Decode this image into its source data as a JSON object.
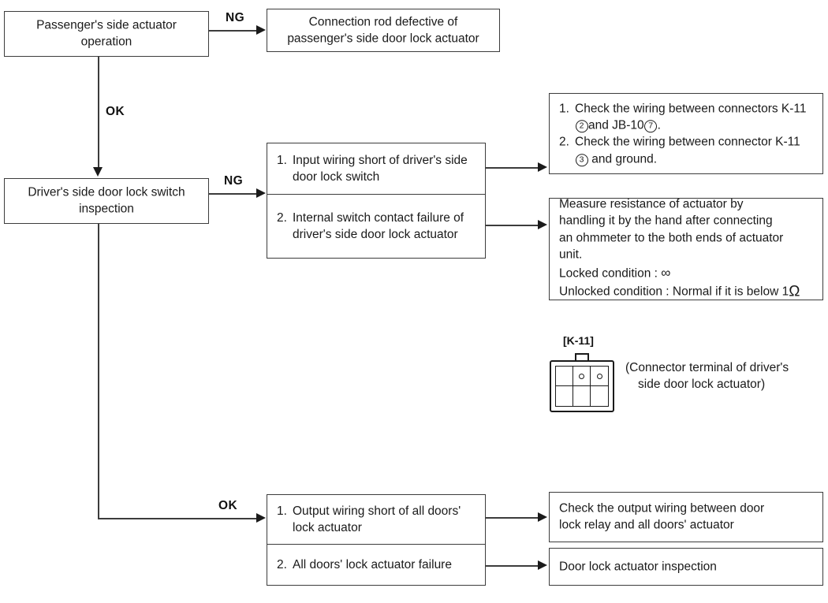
{
  "diagram": {
    "title": "Door lock actuator diagnostic flowchart",
    "line_color": "#3c3c3c",
    "text_color": "#1a1a1a",
    "background": "#ffffff"
  },
  "nodes": {
    "passenger_actuator": {
      "line1": "Passenger's side actuator",
      "line2": "operation"
    },
    "connection_rod": {
      "line1": "Connection rod defective of",
      "line2": "passenger's side door lock actuator"
    },
    "driver_switch_inspection": {
      "line1": "Driver's side door lock switch",
      "line2": "inspection"
    },
    "ng_causes": {
      "item1_num": "1.",
      "item1_text": "Input wiring short of driver's side door lock switch",
      "item2_num": "2.",
      "item2_text": "Internal switch contact failure of driver's side door lock actuator"
    },
    "check_wiring": {
      "item1_num": "1.",
      "item1_a": "Check the wiring between connectors K-11",
      "item1_pin1": "2",
      "item1_b": "and JB-10",
      "item1_pin2": "7",
      "item1_c": ".",
      "item2_num": "2.",
      "item2_a": "Check the wiring between connector K-11",
      "item2_pin1": "3",
      "item2_b": " and ground."
    },
    "measure_resistance": {
      "line1": "Measure resistance of actuator by",
      "line2": "handling it by the hand after connecting",
      "line3": "an ohmmeter to the both ends of actuator",
      "line4": "unit.",
      "locked_label": "Locked condition : ",
      "locked_value": "∞",
      "unlocked_label": "Unlocked condition : Normal if it is below 1",
      "unlocked_unit": "Ω"
    },
    "ok_causes": {
      "item1_num": "1.",
      "item1_text": "Output wiring short of all doors' lock actuator",
      "item2_num": "2.",
      "item2_text": "All doors' lock actuator failure"
    },
    "check_output_wiring": {
      "line1": "Check the output wiring between door",
      "line2": "lock relay and all doors' actuator"
    },
    "actuator_inspection": {
      "line1": "Door lock actuator inspection"
    }
  },
  "edge_labels": {
    "ng_top": "NG",
    "ok_top": "OK",
    "ng_mid": "NG",
    "ok_bottom": "OK"
  },
  "connector": {
    "code": "[K-11]",
    "caption_line1": "(Connector terminal of driver's",
    "caption_line2": "side door lock actuator)",
    "pins": 6,
    "filled_pin_positions": [
      2,
      3
    ]
  }
}
